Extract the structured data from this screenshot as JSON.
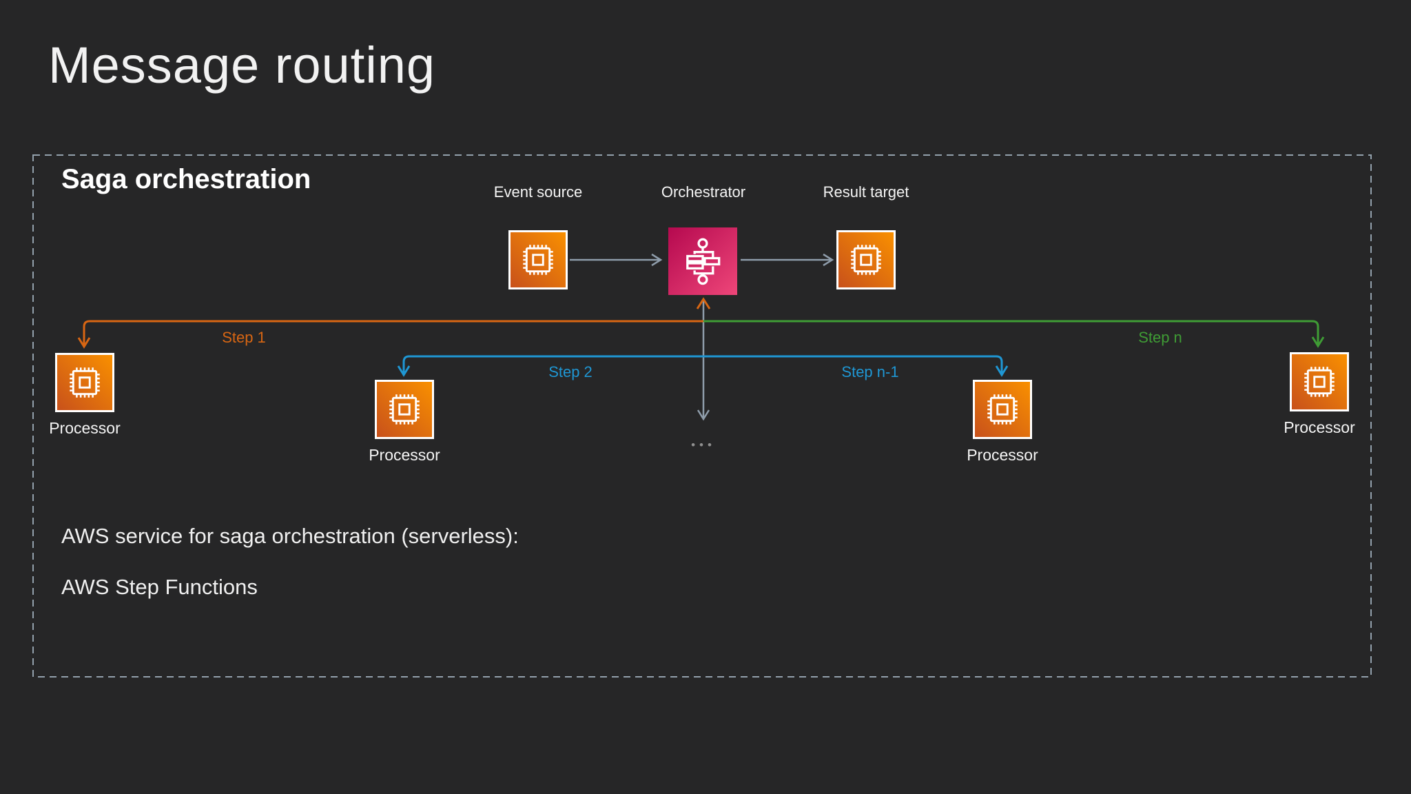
{
  "title": "Message routing",
  "panel": {
    "heading": "Saga orchestration",
    "nodes": {
      "event_source": "Event source",
      "orchestrator": "Orchestrator",
      "result_target": "Result target"
    },
    "steps": [
      {
        "label": "Step 1",
        "color": "#D86613"
      },
      {
        "label": "Step 2",
        "color": "#1F97D4"
      },
      {
        "label": "Step n-1",
        "color": "#1F97D4"
      },
      {
        "label": "Step n",
        "color": "#3F9C35"
      }
    ],
    "processors": [
      {
        "label": "Processor"
      },
      {
        "label": "Processor"
      },
      {
        "label": "Processor"
      },
      {
        "label": "Processor"
      }
    ],
    "ellipsis": "•••",
    "footer": {
      "line1": "AWS service for saga orchestration (serverless):",
      "line2": "AWS Step Functions"
    }
  },
  "icons": {
    "event_source": "processor-chip-icon",
    "orchestrator": "workflow-icon",
    "result_target": "processor-chip-icon",
    "processors": "processor-chip-icon"
  },
  "colors": {
    "background": "#262627",
    "panel_border": "#93A1AD",
    "connector_gray": "#8F9DAB",
    "step_orange": "#D86613",
    "step_blue": "#1F97D4",
    "step_green": "#3F9C35",
    "icon_orange_gradient_from": "#C8511B",
    "icon_orange_gradient_to": "#F99000",
    "icon_pink_gradient_from": "#B5094F",
    "icon_pink_gradient_to": "#EE4679",
    "text_primary": "#F2F2F2"
  }
}
